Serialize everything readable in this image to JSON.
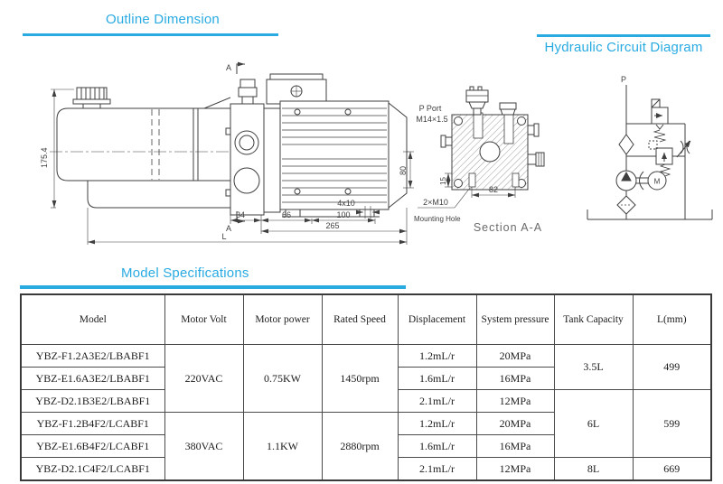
{
  "colors": {
    "accent": "#29abe2"
  },
  "headings": {
    "outline": "Outline Dimension",
    "hydraulic": "Hydraulic Circuit Diagram",
    "specs": "Model Specifications"
  },
  "outline_drawing": {
    "height_dim": "175.4",
    "section_letter": "A",
    "dim_34": "34",
    "dim_66": "66",
    "dim_100": "100",
    "dim_slot": "4x10",
    "dim_265": "265",
    "dim_total": "L",
    "dim_80": "80"
  },
  "section_view": {
    "port_label": "P Port",
    "thread_label": "M14×1.5",
    "dim_15": "15",
    "dim_82": "82",
    "holes_label": "2×M10",
    "mounting_label": "Mounting Hole",
    "caption": "Section A-A"
  },
  "circuit": {
    "port": "P",
    "motor": "M"
  },
  "table": {
    "headers": [
      "Model",
      "Motor Volt",
      "Motor power",
      "Rated Speed",
      "Displacement",
      "System pressure",
      "Tank Capacity",
      "L(mm)"
    ],
    "groups": [
      {
        "volt": "220VAC",
        "power": "0.75KW",
        "speed": "1450rpm"
      },
      {
        "volt": "380VAC",
        "power": "1.1KW",
        "speed": "2880rpm"
      }
    ],
    "rows": [
      {
        "model": "YBZ-F1.2A3E2/LBABF1",
        "displacement": "1.2mL/r",
        "pressure": "20MPa"
      },
      {
        "model": "YBZ-E1.6A3E2/LBABF1",
        "displacement": "1.6mL/r",
        "pressure": "16MPa"
      },
      {
        "model": "YBZ-D2.1B3E2/LBABF1",
        "displacement": "2.1mL/r",
        "pressure": "12MPa"
      },
      {
        "model": "YBZ-F1.2B4F2/LCABF1",
        "displacement": "1.2mL/r",
        "pressure": "20MPa"
      },
      {
        "model": "YBZ-E1.6B4F2/LCABF1",
        "displacement": "1.6mL/r",
        "pressure": "16MPa"
      },
      {
        "model": "YBZ-D2.1C4F2/LCABF1",
        "displacement": "2.1mL/r",
        "pressure": "12MPa"
      }
    ],
    "capacity_groups": [
      {
        "tank": "3.5L",
        "length": "499"
      },
      {
        "tank": "6L",
        "length": "599"
      },
      {
        "tank": "8L",
        "length": "669"
      }
    ]
  }
}
